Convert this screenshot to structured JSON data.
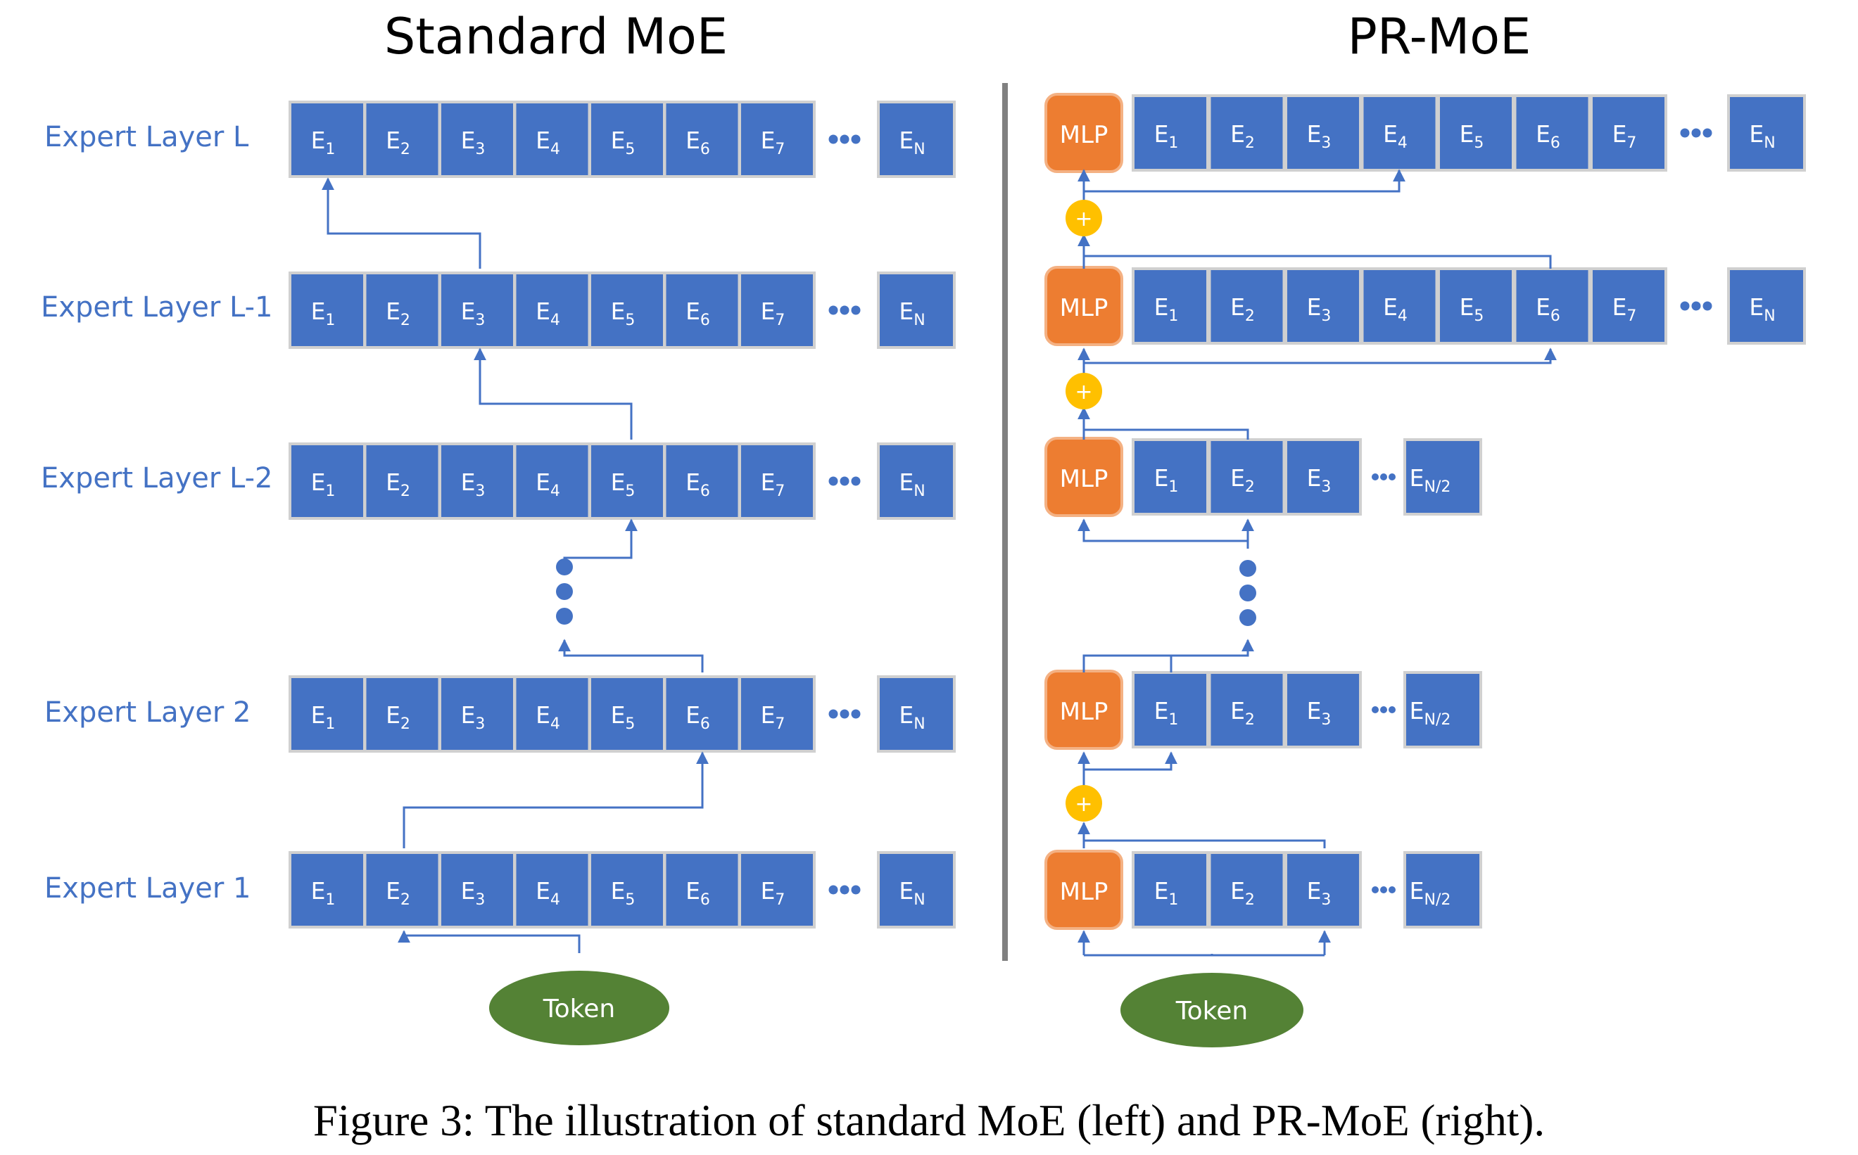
{
  "left_title": "Standard MoE",
  "right_title": "PR-MoE",
  "caption": "Figure 3: The illustration of standard MoE (left) and PR-MoE (right).",
  "token_label": "Token",
  "mlp_label": "MLP",
  "plus_symbol": "+",
  "colors": {
    "expert_fill": "#4472c4",
    "expert_border": "#d0d0d0",
    "mlp_fill": "#ed7d31",
    "token_fill": "#548235",
    "plus_fill": "#ffc000",
    "arrow": "#4472c4",
    "divider": "#808080"
  },
  "standard": {
    "experts": [
      "1",
      "2",
      "3",
      "4",
      "5",
      "6",
      "7"
    ],
    "last_expert": "N",
    "layers": [
      {
        "label": "Expert Layer L"
      },
      {
        "label": "Expert Layer L-1"
      },
      {
        "label": "Expert Layer L-2"
      },
      {
        "label": "Expert Layer 2"
      },
      {
        "label": "Expert Layer 1"
      }
    ]
  },
  "pr": {
    "wide_experts": [
      "1",
      "2",
      "3",
      "4",
      "5",
      "6",
      "7"
    ],
    "wide_last": "N",
    "narrow_experts": [
      "1",
      "2",
      "3"
    ],
    "narrow_last": "N/2",
    "layer_count": 5
  }
}
